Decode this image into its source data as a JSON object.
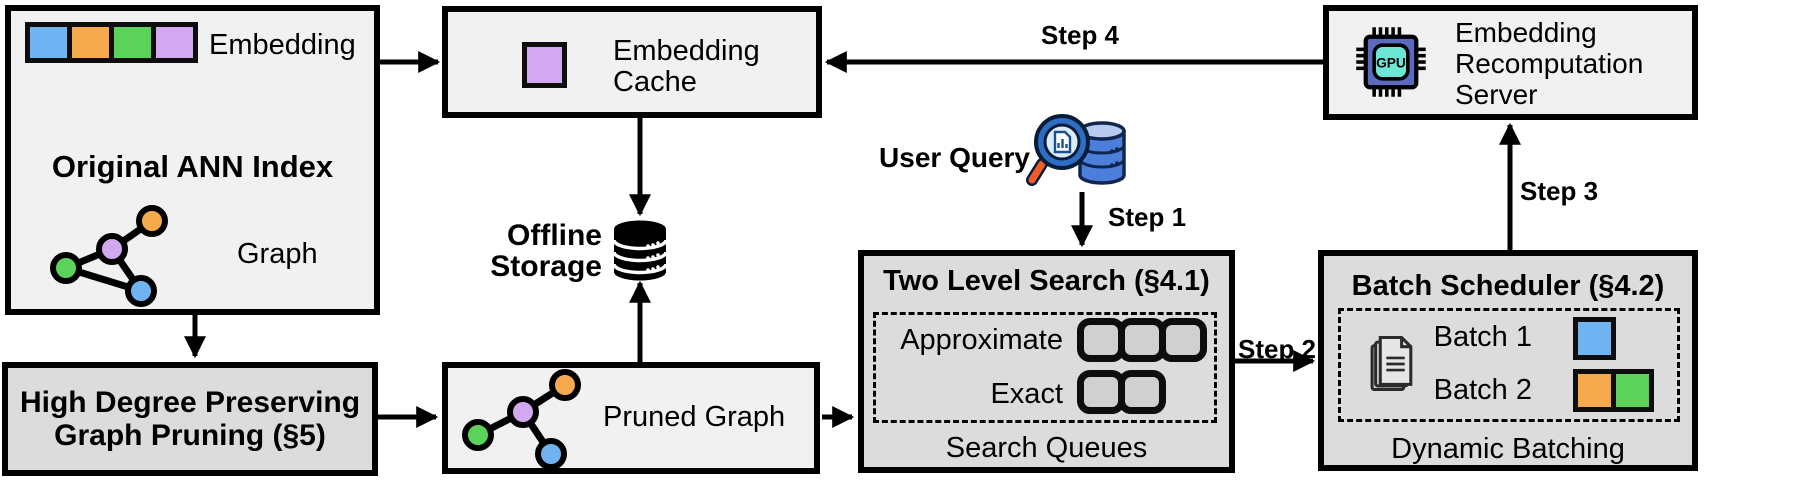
{
  "original_index": {
    "embedding_label": "Embedding",
    "title": "Original ANN Index",
    "graph_label": "Graph"
  },
  "pruning": {
    "title": "High Degree Preserving\nGraph Pruning (§5)"
  },
  "cache": {
    "title": "Embedding\nCache"
  },
  "storage": {
    "label": "Offline\nStorage"
  },
  "pruned": {
    "label": "Pruned Graph"
  },
  "query": {
    "label": "User Query"
  },
  "search": {
    "title": "Two Level Search (§4.1)",
    "approximate": "Approximate",
    "exact": "Exact",
    "footer": "Search Queues",
    "approximate_queue_count": 3,
    "exact_queue_count": 2
  },
  "scheduler": {
    "title": "Batch Scheduler (§4.2)",
    "batch1": "Batch 1",
    "batch2": "Batch 2",
    "footer": "Dynamic Batching"
  },
  "server": {
    "title": "Embedding\nRecomputation\nServer",
    "chip": "GPU"
  },
  "steps": {
    "s1": "Step 1",
    "s2": "Step 2",
    "s3": "Step 3",
    "s4": "Step 4"
  },
  "colors": {
    "embedding_blue": "#6fb3f2",
    "embedding_orange": "#f7a94e",
    "embedding_green": "#5bd35b",
    "embedding_purple": "#d2a8f0",
    "box_light": "#f1f1f1",
    "box_dark": "#dcdcdc",
    "queue_fill": "#d0d0d0",
    "chip_body": "#5b6abf",
    "chip_core": "#6ee6d6",
    "magnifier_handle": "#f15a29",
    "query_db_blue": "#4c7fd9"
  }
}
